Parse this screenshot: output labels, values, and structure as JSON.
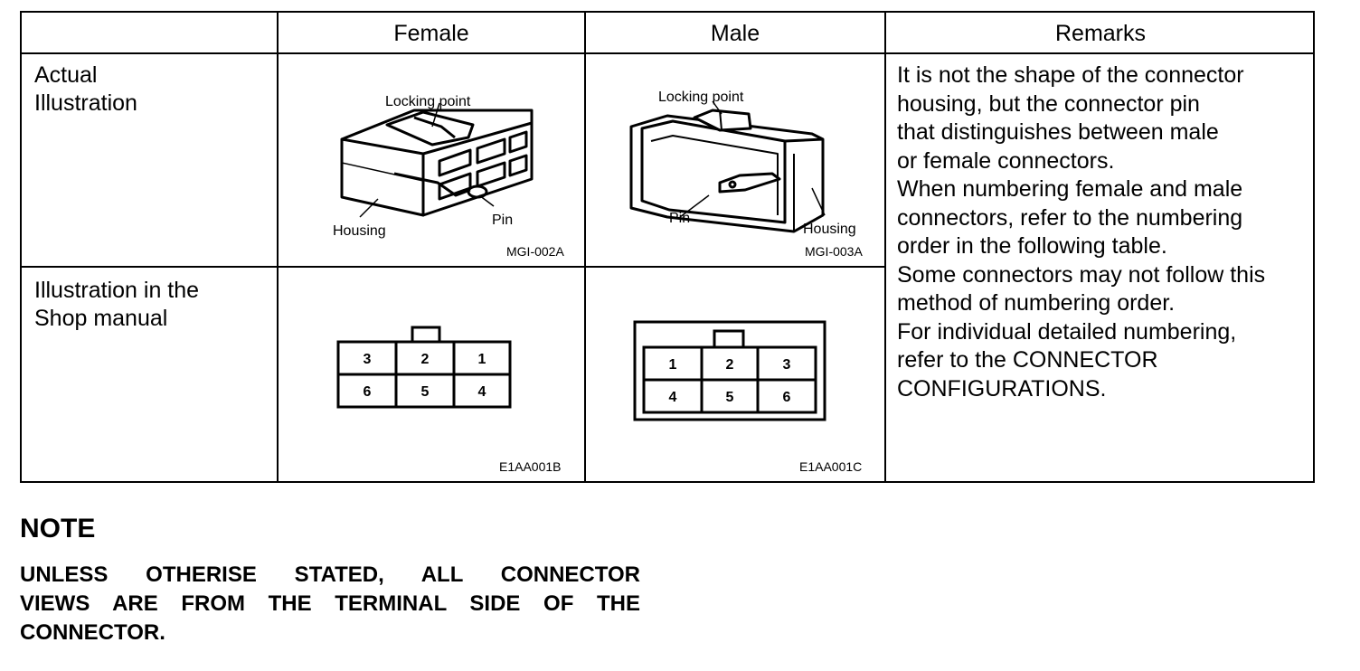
{
  "table": {
    "headers": {
      "col1": "",
      "female": "Female",
      "male": "Male",
      "remarks": "Remarks"
    },
    "rows": {
      "actual": {
        "label_line1": "Actual",
        "label_line2": "Illustration"
      },
      "shop": {
        "label_line1": "Illustration in the",
        "label_line2": "Shop manual"
      }
    },
    "female_actual": {
      "locking_label": "Locking point",
      "pin_label": "Pin",
      "housing_label": "Housing",
      "code": "MGI-002A"
    },
    "male_actual": {
      "locking_label": "Locking point",
      "pin_label": "Pin",
      "housing_label": "Housing",
      "code": "MGI-003A"
    },
    "female_shop": {
      "pins_top": [
        "3",
        "2",
        "1"
      ],
      "pins_bottom": [
        "6",
        "5",
        "4"
      ],
      "code": "E1AA001B"
    },
    "male_shop": {
      "pins_top": [
        "1",
        "2",
        "3"
      ],
      "pins_bottom": [
        "4",
        "5",
        "6"
      ],
      "code": "E1AA001C"
    },
    "remarks_lines": [
      "It is not the shape of the connector",
      "housing, but the connector pin",
      "that distinguishes between male",
      "or female connectors.",
      "When numbering female and male",
      "connectors, refer to the numbering",
      "order in the following table.",
      "Some connectors may not follow this",
      "method of numbering order.",
      "For individual detailed numbering,",
      "refer to the CONNECTOR",
      "CONFIGURATIONS."
    ]
  },
  "note": {
    "title": "NOTE",
    "line1": "UNLESS OTHERISE STATED, ALL CONNECTOR",
    "line2": "VIEWS ARE FROM THE TERMINAL SIDE OF THE",
    "line3": "CONNECTOR."
  }
}
